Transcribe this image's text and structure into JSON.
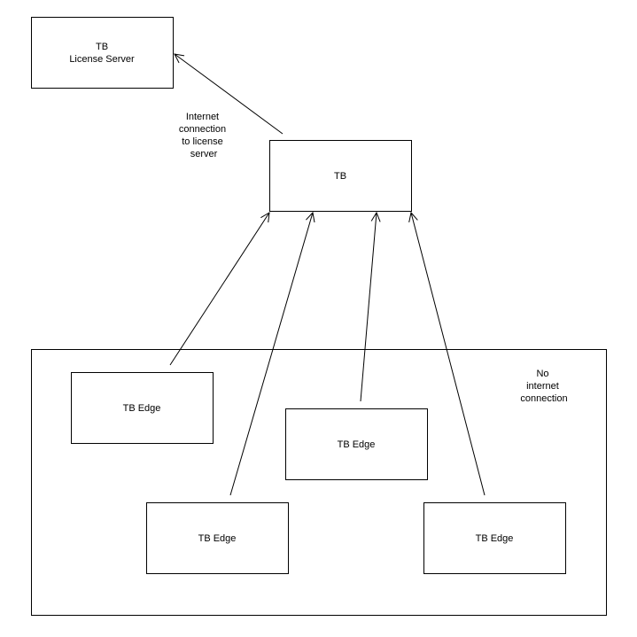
{
  "diagram": {
    "license_server": {
      "line1": "TB",
      "line2": "License Server"
    },
    "hub_label": "TB",
    "internet_connection_label": [
      "Internet",
      "connection",
      "to license",
      "server"
    ],
    "offline_region_label": [
      "No",
      "internet",
      "connection"
    ],
    "edges": [
      {
        "label": "TB Edge"
      },
      {
        "label": "TB Edge"
      },
      {
        "label": "TB Edge"
      },
      {
        "label": "TB Edge"
      }
    ]
  }
}
